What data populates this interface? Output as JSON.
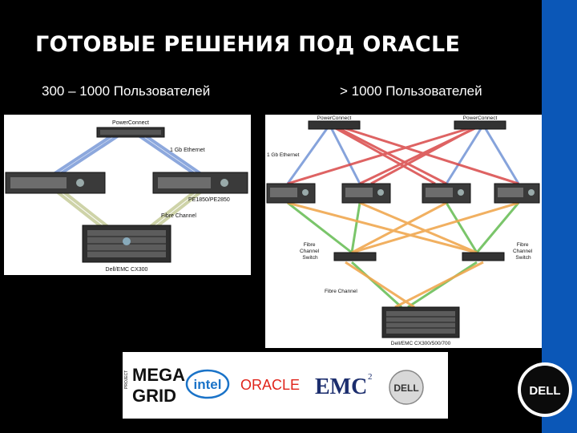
{
  "slide": {
    "title": "ГОТОВЫЕ РЕШЕНИЯ ПОД ORACLE",
    "subtitle_left": "300 – 1000 Пользователей",
    "subtitle_right": "> 1000 Пользователей"
  },
  "diagram_left": {
    "switch_label": "PowerConnect",
    "ethernet_label": "1 Gb Ethernet",
    "servers_label": "PE1850/PE2850",
    "fc_label": "Fibre Channel",
    "storage_label": "Dell/EMC CX300"
  },
  "diagram_right": {
    "switch_left_label": "PowerConnect",
    "switch_right_label": "PowerConnect",
    "ethernet_label": "1 Gb Ethernet",
    "fc_switch_left_label": [
      "Fibre",
      "Channel",
      "Switch"
    ],
    "fc_switch_right_label": [
      "Fibre",
      "Channel",
      "Switch"
    ],
    "fc_label": "Fibre Channel",
    "storage_label": "Dell/EMC CX300/500/700"
  },
  "logos": {
    "megagrid_small": "PROJECT",
    "megagrid_line1": "MEGA",
    "megagrid_line2": "GRID",
    "intel": "intel",
    "oracle": "ORACLE",
    "emc": "EMC",
    "emc_sup": "2",
    "dell_small": "DELL"
  },
  "corner_logo": "DELL",
  "colors": {
    "blue_bar": "#0b57b7",
    "ethernet_link": "#7a9ad8",
    "red_link": "#d94848",
    "green_link": "#6cbf5a",
    "orange_link": "#f0a850",
    "oracle_red": "#e0241b",
    "intel_blue": "#1a73c8",
    "emc_navy": "#1c2e6e"
  }
}
